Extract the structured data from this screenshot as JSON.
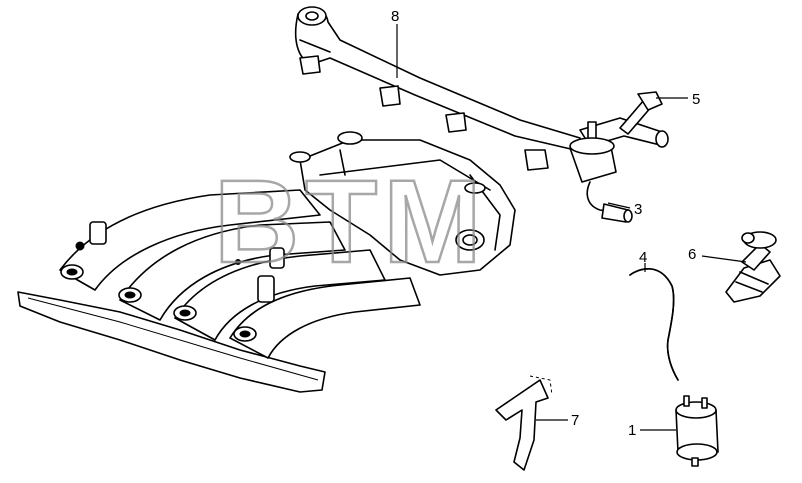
{
  "watermark": "BTM",
  "callouts": [
    {
      "id": "1",
      "label": "1"
    },
    {
      "id": "3",
      "label": "3"
    },
    {
      "id": "4",
      "label": "4"
    },
    {
      "id": "5",
      "label": "5"
    },
    {
      "id": "6",
      "label": "6"
    },
    {
      "id": "7",
      "label": "7"
    },
    {
      "id": "8",
      "label": "8"
    }
  ]
}
